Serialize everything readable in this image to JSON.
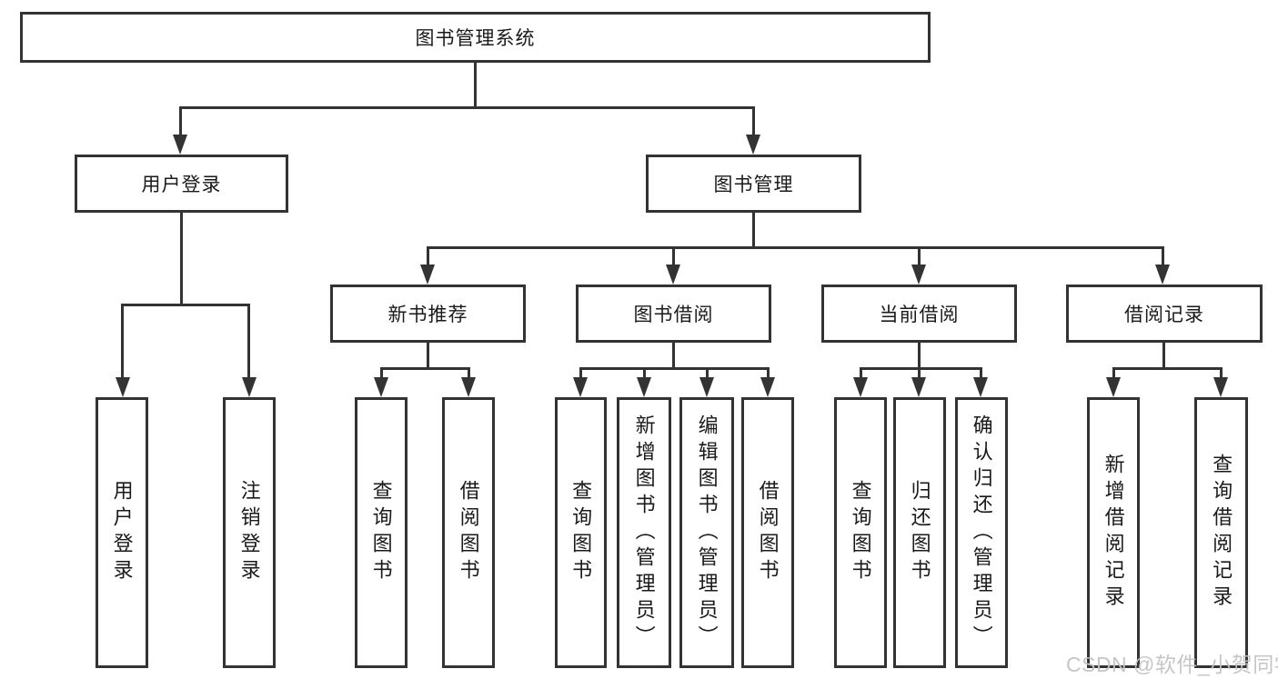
{
  "diagram": {
    "root": {
      "label": "图书管理系统"
    },
    "branches": [
      {
        "label": "用户登录",
        "children": [
          {
            "label": "用户登录"
          },
          {
            "label": "注销登录"
          }
        ]
      },
      {
        "label": "图书管理",
        "groups": [
          {
            "label": "新书推荐",
            "children": [
              {
                "label": "查询图书"
              },
              {
                "label": "借阅图书"
              }
            ]
          },
          {
            "label": "图书借阅",
            "children": [
              {
                "label": "查询图书"
              },
              {
                "label": "新增图书（管理员）"
              },
              {
                "label": "编辑图书（管理员）"
              },
              {
                "label": "借阅图书"
              }
            ]
          },
          {
            "label": "当前借阅",
            "children": [
              {
                "label": "查询图书"
              },
              {
                "label": "归还图书"
              },
              {
                "label": "确认归还（管理员）"
              }
            ]
          },
          {
            "label": "借阅记录",
            "children": [
              {
                "label": "新增借阅记录"
              },
              {
                "label": "查询借阅记录"
              }
            ]
          }
        ]
      }
    ]
  },
  "watermark": {
    "text": "CSDN @软件_小贺同学"
  },
  "colors": {
    "line": "#333333",
    "text": "#1a1a1a",
    "watermark": "#c3c3c3",
    "background": "#ffffff"
  }
}
